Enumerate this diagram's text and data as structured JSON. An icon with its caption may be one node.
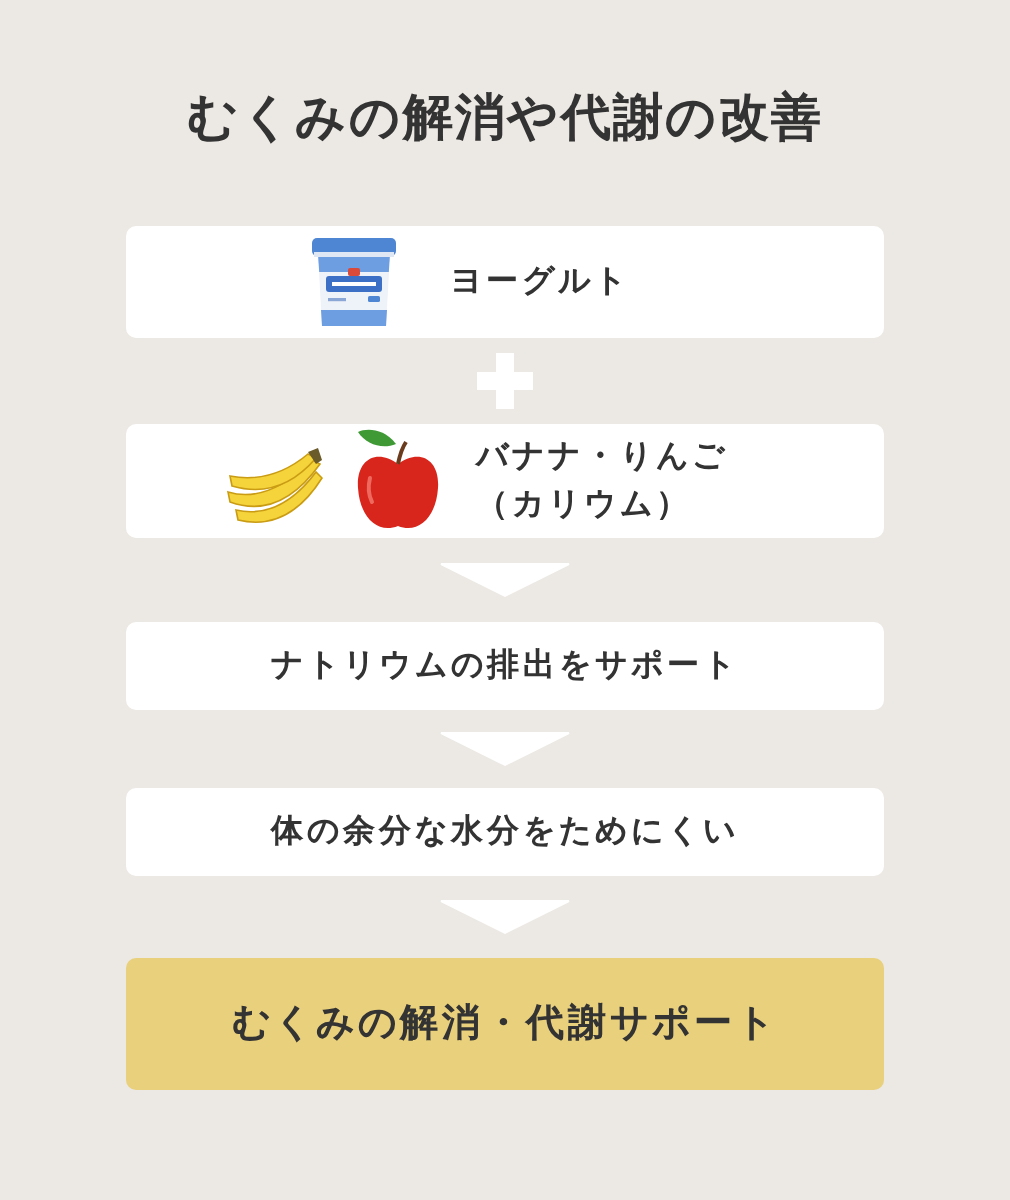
{
  "diagram": {
    "title": "むくみの解消や代謝の改善",
    "nodes": [
      {
        "text": [
          "ヨーグルト"
        ]
      },
      {
        "text": [
          "バナナ・りんご（カリウム）"
        ]
      },
      {
        "text": [
          "ナトリウムの排出をサポート"
        ]
      },
      {
        "text": [
          "体の余分な水分をためにくい"
        ]
      },
      {
        "text": [
          "むくみの解消・代謝サポート"
        ]
      }
    ],
    "edges": [
      {
        "from": 1,
        "to": 2,
        "arrow": "to"
      },
      {
        "from": 2,
        "to": 3,
        "arrow": "to"
      },
      {
        "from": 3,
        "to": 4,
        "arrow": "to"
      }
    ]
  }
}
